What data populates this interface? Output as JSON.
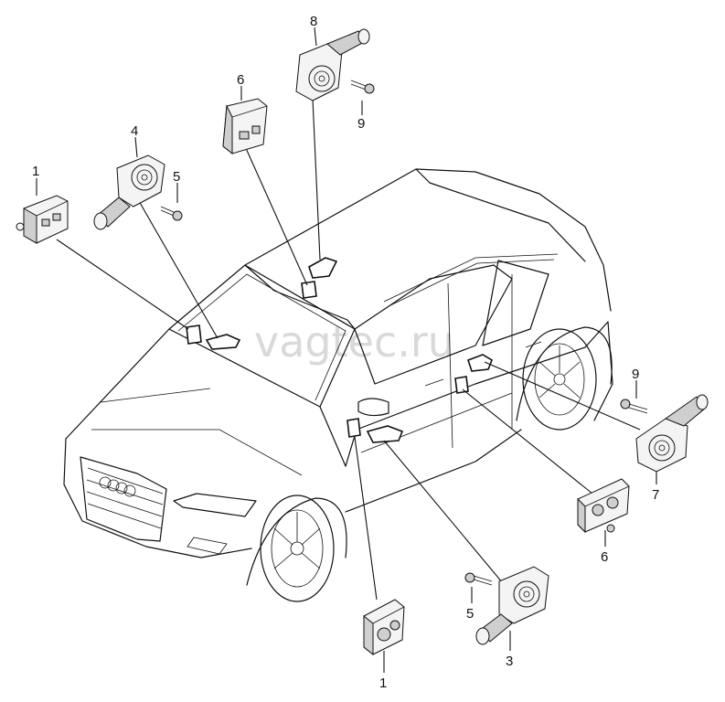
{
  "watermark": "vagtec.ru",
  "callouts": {
    "c1a": "1",
    "c4": "4",
    "c5a": "5",
    "c6a": "6",
    "c8": "8",
    "c9a": "9",
    "c9b": "9",
    "c7": "7",
    "c6b": "6",
    "c5b": "5",
    "c3": "3",
    "c1b": "1"
  },
  "icons": {
    "control_unit": "control-unit-module",
    "window_motor": "window-regulator-motor",
    "bolt": "mounting-bolt"
  }
}
